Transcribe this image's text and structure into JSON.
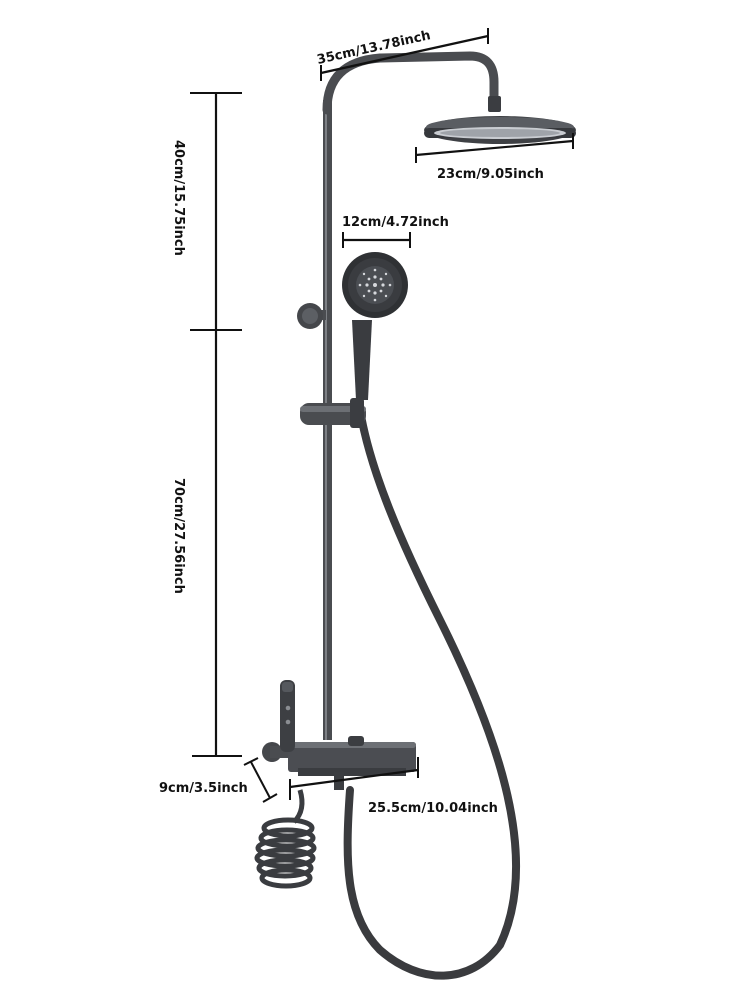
{
  "colors": {
    "background": "#ffffff",
    "metal": "#4a4c50",
    "metal_dark": "#2f3134",
    "metal_light": "#8a8d92",
    "hose": "#3a3b3e",
    "nozzle": "#d6d8dc",
    "dimension_line": "#111111"
  },
  "dimensions": {
    "top_arm_width": "35cm/13.78inch",
    "head_diameter": "23cm/9.05inch",
    "handheld_diameter": "12cm/4.72inch",
    "upper_height": "40cm/15.75inch",
    "lower_height": "70cm/27.56inch",
    "shelf_depth": "9cm/3.5inch",
    "shelf_width": "25.5cm/10.04inch"
  },
  "icons": [
    "rain-shower-head-icon",
    "handheld-shower-icon",
    "bidet-sprayer-icon"
  ]
}
